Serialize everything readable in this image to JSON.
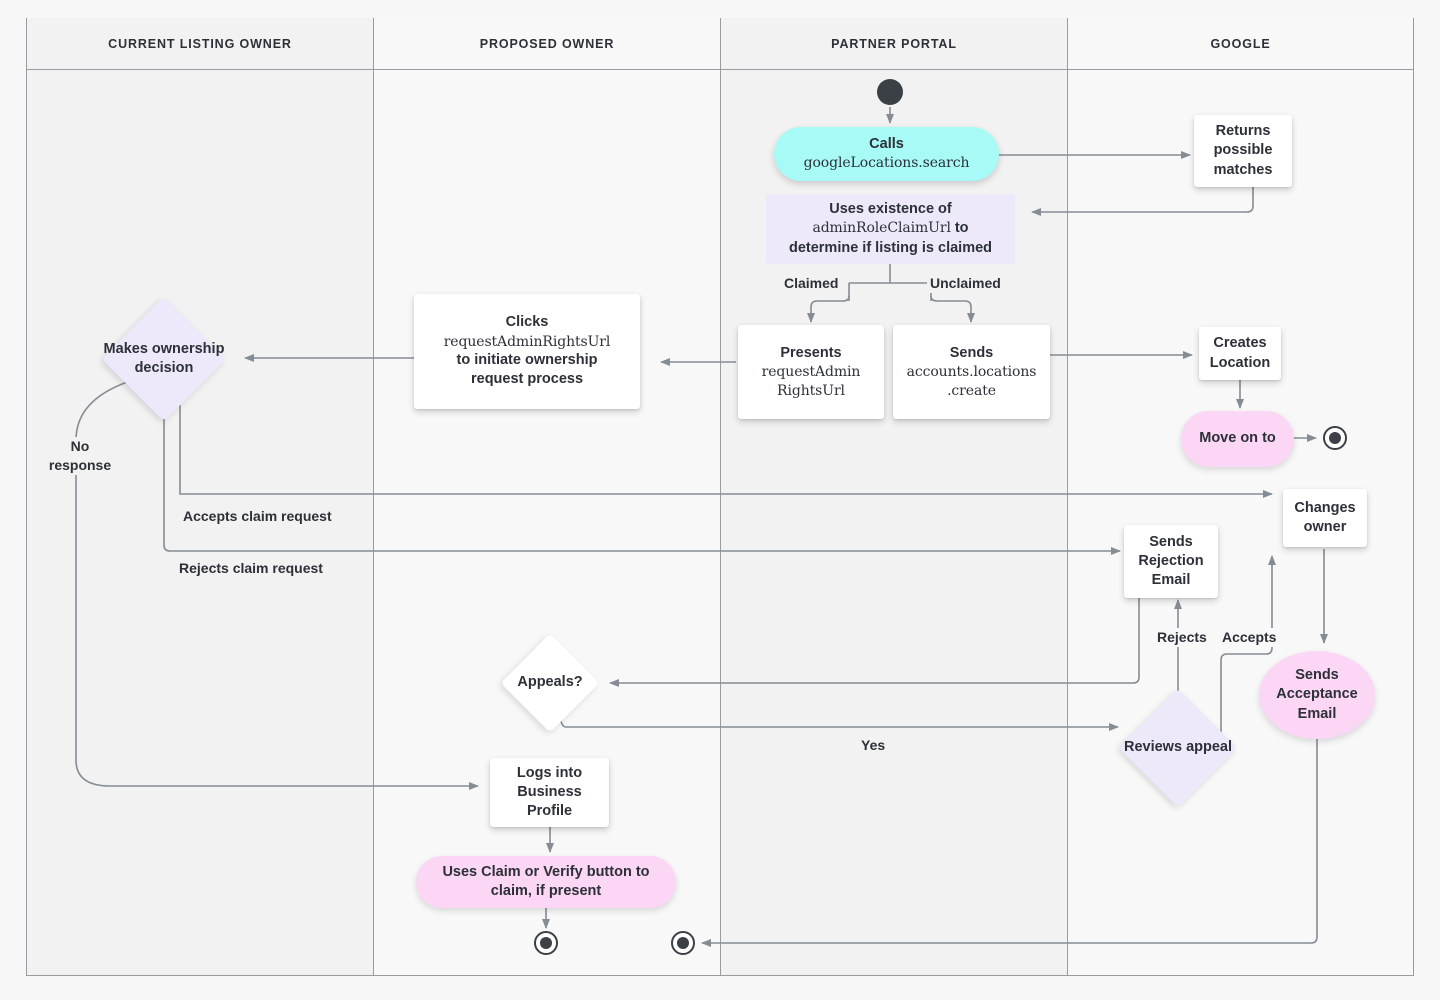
{
  "diagram": {
    "title": "Business Profile listing ownership transfer flow",
    "background": "#f7f7f7",
    "colors": {
      "cyan": "#a7faf5",
      "lavender": "#ede9fb",
      "pink": "#fbd6f5",
      "white": "#ffffff",
      "line": "#8b9099",
      "text": "#2d3038"
    }
  },
  "lanes": [
    {
      "id": "current-listing-owner",
      "title": "CURRENT LISTING OWNER"
    },
    {
      "id": "proposed-owner",
      "title": "PROPOSED OWNER"
    },
    {
      "id": "partner-portal",
      "title": "PARTNER PORTAL"
    },
    {
      "id": "google",
      "title": "GOOGLE"
    }
  ],
  "nodes": {
    "start": {
      "name": "start-node",
      "shape": "filled-circle"
    },
    "calls_search": {
      "shape": "pill-cyan",
      "line1": "Calls",
      "line2": "googleLocations.search"
    },
    "returns_matches": {
      "shape": "rect",
      "line1": "Returns",
      "line2": "possible",
      "line3": "matches"
    },
    "uses_existence": {
      "shape": "rect-lavender",
      "line1": "Uses existence of",
      "line2": "adminRoleClaimUrl",
      "line2_suffix": " to",
      "line3": "determine if listing is claimed"
    },
    "presents_url": {
      "shape": "rect",
      "line1": "Presents",
      "line2": "requestAdmin",
      "line3": "RightsUrl"
    },
    "sends_create": {
      "shape": "rect",
      "line1": "Sends",
      "line2": "accounts.locations",
      "line3": ".create"
    },
    "creates_location": {
      "shape": "rect",
      "line1": "Creates",
      "line2": "Location"
    },
    "move_on_to": {
      "shape": "pill-pink",
      "line1": "Move on to"
    },
    "clicks_url": {
      "shape": "rect",
      "line1": "Clicks",
      "line2": "requestAdminRightsUrl",
      "line3": "to initiate ownership",
      "line4": "request process"
    },
    "makes_decision": {
      "shape": "diamond-lavender",
      "line1": "Makes",
      "line2": "ownership",
      "line3": "decision"
    },
    "changes_owner": {
      "shape": "rect",
      "line1": "Changes",
      "line2": "owner"
    },
    "sends_rejection": {
      "shape": "rect",
      "line1": "Sends",
      "line2": "Rejection",
      "line3": "Email"
    },
    "sends_acceptance": {
      "shape": "ellipse-pink",
      "line1": "Sends",
      "line2": "Acceptance",
      "line3": "Email"
    },
    "appeals": {
      "shape": "diamond-white",
      "line1": "Appeals?"
    },
    "reviews_appeal": {
      "shape": "diamond-lavender",
      "line1": "Reviews",
      "line2": "appeal"
    },
    "logs_into": {
      "shape": "rect",
      "line1": "Logs into",
      "line2": "Business",
      "line3": "Profile"
    },
    "uses_claim": {
      "shape": "pill-pink",
      "line1": "Uses Claim or Verify button to",
      "line2": "claim, if present"
    },
    "end_google": {
      "name": "end-node-google",
      "shape": "end-circle"
    },
    "end_proposed": {
      "name": "end-node-proposed",
      "shape": "end-circle"
    },
    "end_partner": {
      "name": "end-node-partner",
      "shape": "end-circle"
    }
  },
  "edge_labels": {
    "claimed": "Claimed",
    "unclaimed": "Unclaimed",
    "no_response_l1": "No",
    "no_response_l2": "response",
    "accepts_claim": "Accepts claim request",
    "rejects_claim": "Rejects claim request",
    "rejects": "Rejects",
    "accepts": "Accepts",
    "yes": "Yes"
  }
}
